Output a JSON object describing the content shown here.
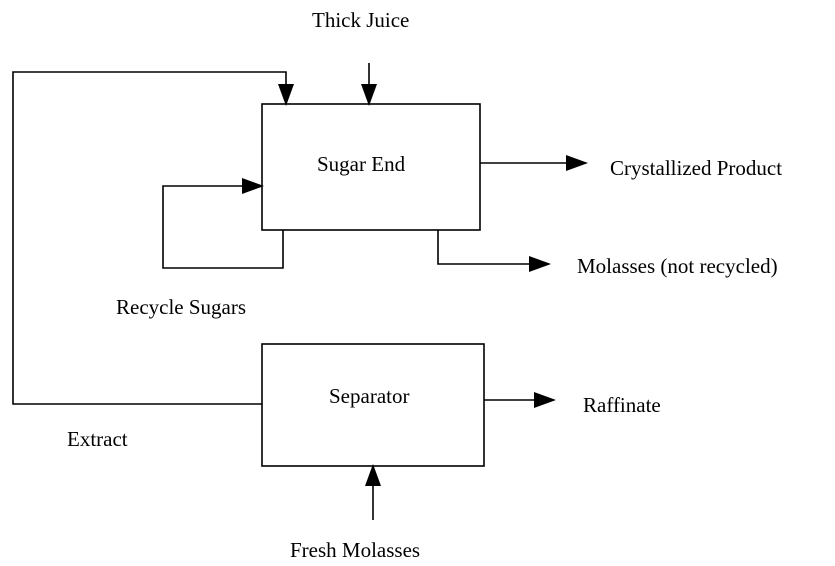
{
  "colors": {
    "line": "#000000",
    "background": "#ffffff"
  },
  "labels": {
    "thick_juice": "Thick Juice",
    "sugar_end": "Sugar End",
    "crystallized_product": "Crystallized Product",
    "molasses_not_recycled": "Molasses (not recycled)",
    "recycle_sugars": "Recycle Sugars",
    "separator": "Separator",
    "raffinate": "Raffinate",
    "extract": "Extract",
    "fresh_molasses": "Fresh Molasses"
  }
}
